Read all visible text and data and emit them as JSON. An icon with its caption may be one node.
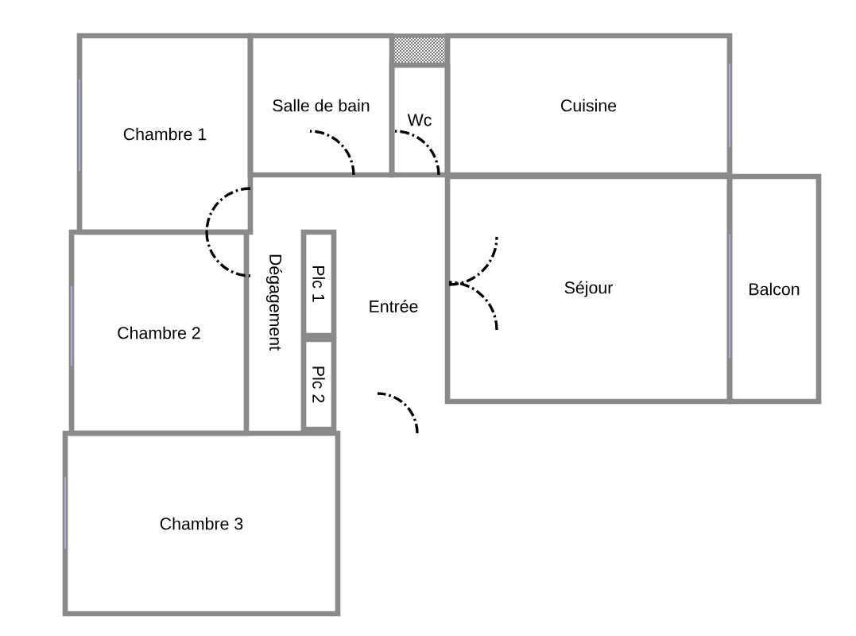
{
  "diagram": {
    "nodes": [
      {
        "text": [
          "Chambre 1"
        ]
      },
      {
        "text": [
          "Salle de bain"
        ]
      },
      {
        "text": [
          "Wc"
        ]
      },
      {
        "text": [
          "Cuisine"
        ]
      },
      {
        "text": [
          "Séjour"
        ]
      },
      {
        "text": [
          "Balcon"
        ]
      },
      {
        "text": [
          "Chambre 2"
        ]
      },
      {
        "text": [
          "Dégagement"
        ]
      },
      {
        "text": [
          "Plc 1"
        ]
      },
      {
        "text": [
          "Entrée"
        ]
      },
      {
        "text": [
          "Plc 2"
        ]
      },
      {
        "text": [
          "Chambre 3"
        ]
      }
    ]
  }
}
